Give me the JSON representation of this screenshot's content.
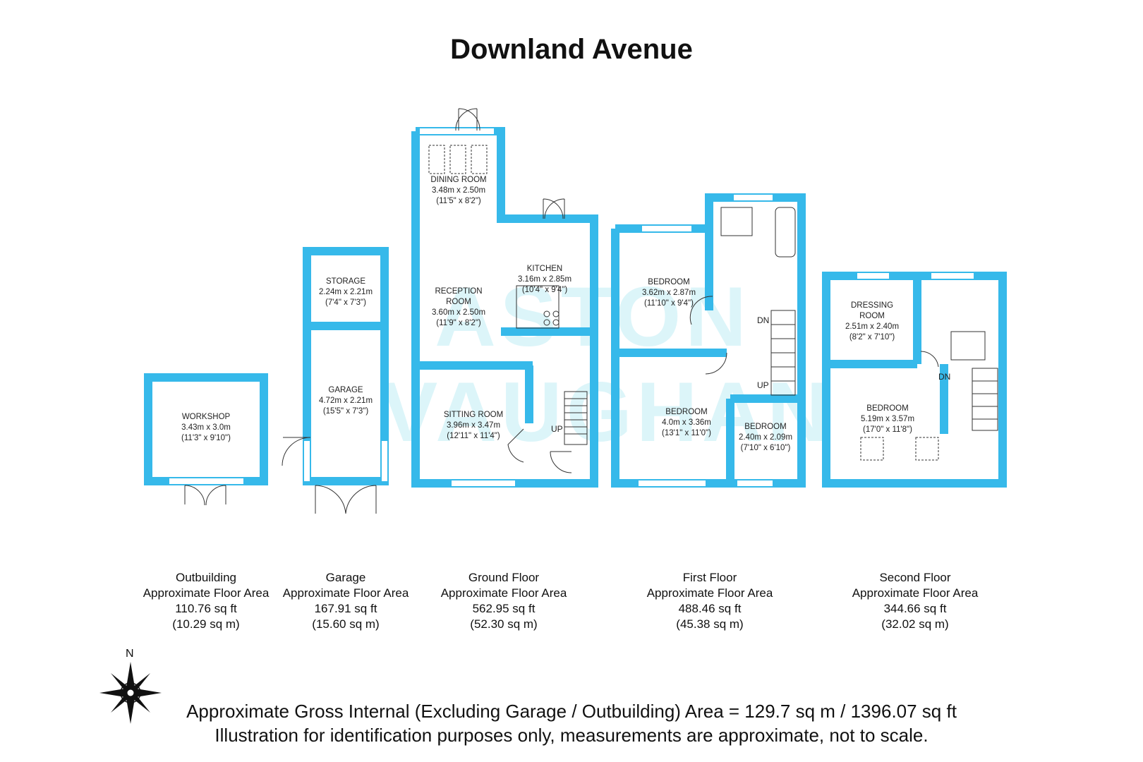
{
  "title": "Downland Avenue",
  "watermark": {
    "line1": "ASTON",
    "line2": "VAUGHAN"
  },
  "colors": {
    "wall": "#36b9ea",
    "watermark": "#9ee3f0",
    "text": "#111111"
  },
  "rooms": {
    "workshop": {
      "name": "WORKSHOP",
      "dim1": "3.43m x 3.0m",
      "dim2": "(11'3\" x 9'10\")"
    },
    "storage": {
      "name": "STORAGE",
      "dim1": "2.24m x 2.21m",
      "dim2": "(7'4\" x 7'3\")"
    },
    "garage": {
      "name": "GARAGE",
      "dim1": "4.72m x 2.21m",
      "dim2": "(15'5\" x 7'3\")"
    },
    "dining": {
      "name": "DINING ROOM",
      "dim1": "3.48m x 2.50m",
      "dim2": "(11'5\" x 8'2\")"
    },
    "kitchen": {
      "name": "KITCHEN",
      "dim1": "3.16m x 2.85m",
      "dim2": "(10'4\" x 9'4\")"
    },
    "reception": {
      "name1": "RECEPTION",
      "name2": "ROOM",
      "dim1": "3.60m x 2.50m",
      "dim2": "(11'9\" x 8'2\")"
    },
    "sitting": {
      "name": "SITTING ROOM",
      "dim1": "3.96m x 3.47m",
      "dim2": "(12'11\" x 11'4\")"
    },
    "bed1": {
      "name": "BEDROOM",
      "dim1": "3.62m x 2.87m",
      "dim2": "(11'10\" x 9'4\")"
    },
    "bed2": {
      "name": "BEDROOM",
      "dim1": "4.0m x 3.36m",
      "dim2": "(13'1\" x 11'0\")"
    },
    "bed3": {
      "name": "BEDROOM",
      "dim1": "2.40m x 2.09m",
      "dim2": "(7'10\" x 6'10\")"
    },
    "dressing": {
      "name1": "DRESSING",
      "name2": "ROOM",
      "dim1": "2.51m x 2.40m",
      "dim2": "(8'2\" x 7'10\")"
    },
    "bed4": {
      "name": "BEDROOM",
      "dim1": "5.19m x 3.57m",
      "dim2": "(17'0\" x 11'8\")"
    }
  },
  "stairs": {
    "up": "UP",
    "dn": "DN"
  },
  "areas": [
    {
      "name": "Outbuilding",
      "label": "Approximate Floor Area",
      "sqft": "110.76 sq ft",
      "sqm": "(10.29 sq m)"
    },
    {
      "name": "Garage",
      "label": "Approximate Floor Area",
      "sqft": "167.91 sq ft",
      "sqm": "(15.60 sq m)"
    },
    {
      "name": "Ground Floor",
      "label": "Approximate Floor Area",
      "sqft": "562.95 sq ft",
      "sqm": "(52.30 sq m)"
    },
    {
      "name": "First Floor",
      "label": "Approximate Floor Area",
      "sqft": "488.46 sq ft",
      "sqm": "(45.38 sq m)"
    },
    {
      "name": "Second Floor",
      "label": "Approximate Floor Area",
      "sqft": "344.66 sq ft",
      "sqm": "(32.02 sq m)"
    }
  ],
  "compass": {
    "north": "N"
  },
  "footer": {
    "line1": "Approximate Gross Internal (Excluding Garage / Outbuilding) Area = 129.7 sq m / 1396.07 sq ft",
    "line2": "Illustration for identification purposes only, measurements are approximate, not to scale."
  }
}
